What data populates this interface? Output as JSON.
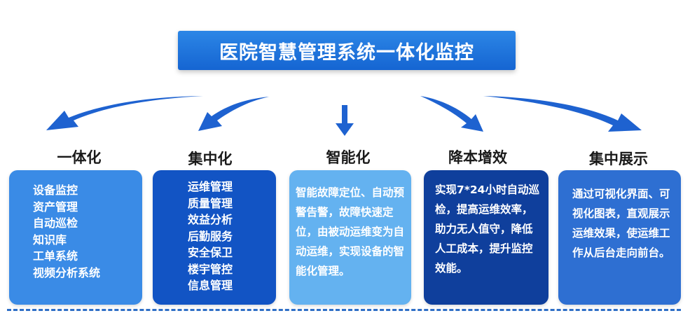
{
  "title": "医院智慧管理系统一体化监控",
  "colors": {
    "banner": "#1a6fdb",
    "arrow": "#1e62d0",
    "card1": "#3a8be6",
    "card2": "#1254c4",
    "card3": "#64b2f0",
    "card4": "#0f3f9c",
    "card5": "#2e6fd2",
    "dash": "#2f6fc6"
  },
  "columns": [
    {
      "heading": "一体化",
      "items": [
        "设备监控",
        "资产管理",
        "自动巡检",
        "知识库",
        "工单系统",
        "视频分析系统"
      ]
    },
    {
      "heading": "集中化",
      "items": [
        "运维管理",
        "质量管理",
        "效益分析",
        "后勤服务",
        "安全保卫",
        "楼宇管控",
        "信息管理"
      ]
    },
    {
      "heading": "智能化",
      "text": "智能故障定位、自动预警告警，故障快速定位，由被动运维变为自动运维，实现设备的智能化管理。"
    },
    {
      "heading": "降本增效",
      "text": "实现7*24小时自动巡检，提高运维效率，助力无人值守，降低人工成本，提升监控效能。"
    },
    {
      "heading": "集中展示",
      "text": "通过可视化界面、可视化图表，直观展示运维效果，使运维工作从后台走向前台。"
    }
  ]
}
